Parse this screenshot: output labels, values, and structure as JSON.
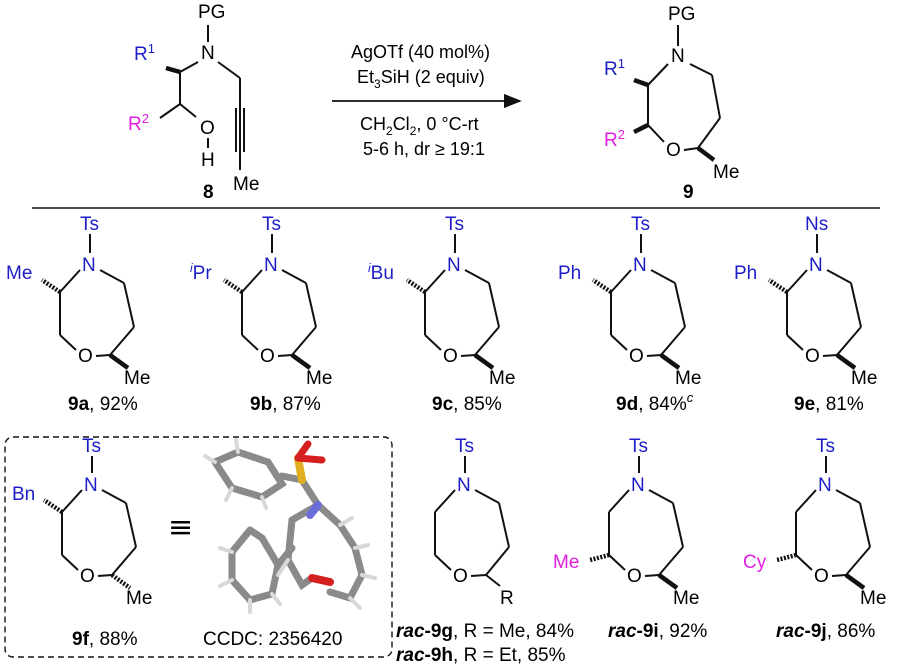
{
  "colors": {
    "blue": "#1d1dc8",
    "magenta": "#e21fe0",
    "black": "#111111"
  },
  "atoms": {
    "PG": "PG",
    "N": "N",
    "O": "O",
    "H": "H",
    "Me": "Me",
    "R": "R",
    "Ts": "Ts",
    "Ns": "Ns",
    "Ph": "Ph",
    "Bn": "Bn",
    "Cy": "Cy",
    "Bu": "Bu",
    "Pr": "Pr",
    "i": "i"
  },
  "reactant": {
    "R1": "R",
    "R1_sup": "1",
    "R2": "R",
    "R2_sup": "2",
    "label": "8"
  },
  "product": {
    "label": "9"
  },
  "conditions": {
    "line1": "AgOTf (40 mol%)",
    "line2_a": "Et",
    "line2_sub": "3",
    "line2_b": "SiH (2 equiv)",
    "line3_a": "CH",
    "line3_sub1": "2",
    "line3_b": "Cl",
    "line3_sub2": "2",
    "line3_c": ", 0 °C-rt",
    "line4": "5-6 h, dr ≥ 19:1"
  },
  "compounds": [
    {
      "id": "9a",
      "yield": ", 92%"
    },
    {
      "id": "9b",
      "yield": ", 87%"
    },
    {
      "id": "9c",
      "yield": ", 85%"
    },
    {
      "id": "9d",
      "yield": ", 84%",
      "note": "c"
    },
    {
      "id": "9e",
      "yield": ", 81%"
    },
    {
      "id": "9f",
      "yield": ", 88%"
    },
    {
      "id": "9g",
      "prefix": "rac",
      "yield": ", R = Me, 84%"
    },
    {
      "id": "9h",
      "prefix": "rac",
      "yield": ", R = Et, 85%"
    },
    {
      "id": "9i",
      "prefix": "rac",
      "yield": ", 92%"
    },
    {
      "id": "9j",
      "prefix": "rac",
      "yield": ", 86%"
    }
  ],
  "ccdc": "CCDC: 2356420",
  "equiv_symbol": "≡"
}
